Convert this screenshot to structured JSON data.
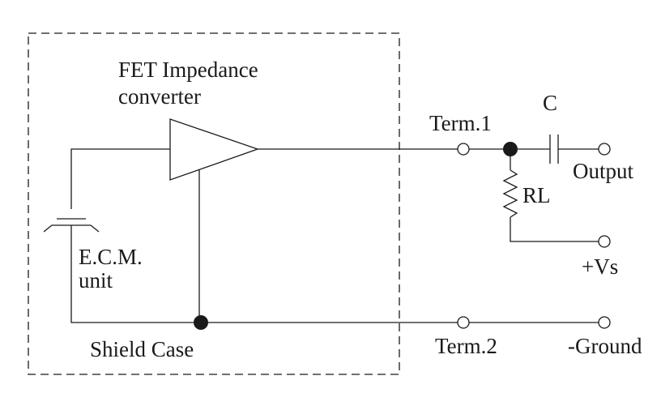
{
  "labels": {
    "fet_line1": "FET Impedance",
    "fet_line2": "converter",
    "ecm_line1": "E.C.M.",
    "ecm_line2": "unit",
    "shield_case": "Shield Case",
    "term1": "Term.1",
    "term2": "Term.2",
    "capacitor": "C",
    "resistor": "RL",
    "output": "Output",
    "vs": "+Vs",
    "ground": "-Ground"
  }
}
